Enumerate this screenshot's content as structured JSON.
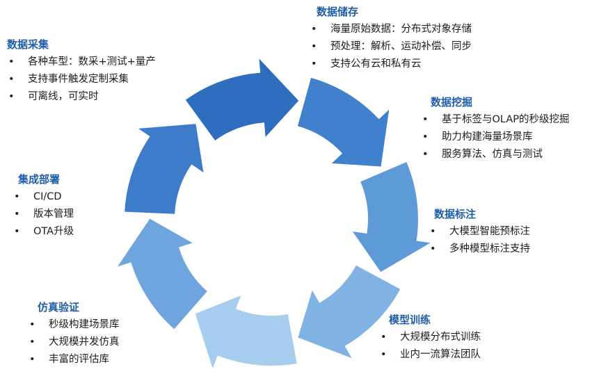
{
  "colors": {
    "title": "#1f5ea8",
    "stages": [
      "#2f6dbf",
      "#4080cc",
      "#5f9ad8",
      "#80b3e3",
      "#a7cdee",
      "#6ea5de",
      "#3e7ccb"
    ]
  },
  "blocks": [
    {
      "key": "collect",
      "title": "数据采集",
      "items": [
        "各种车型：数采+测试+量产",
        "支持事件触发定制采集",
        "可离线，可实时"
      ]
    },
    {
      "key": "storage",
      "title": "数据储存",
      "items": [
        "海量原始数据：分布式对象存储",
        "预处理：解析、运动补偿、同步",
        "支持公有云和私有云"
      ]
    },
    {
      "key": "mining",
      "title": "数据挖掘",
      "items": [
        "基于标签与OLAP的秒级挖掘",
        "助力构建海量场景库",
        "服务算法、仿真与测试"
      ]
    },
    {
      "key": "annotate",
      "title": "数据标注",
      "items": [
        "大模型智能预标注",
        "多种模型标注支持"
      ]
    },
    {
      "key": "train",
      "title": "模型训练",
      "items": [
        "大规模分布式训练",
        "业内一流算法团队"
      ]
    },
    {
      "key": "simulate",
      "title": "仿真验证",
      "items": [
        "秒级构建场景库",
        "大规模并发仿真",
        "丰富的评估库"
      ]
    },
    {
      "key": "deploy",
      "title": "集成部署",
      "items": [
        "CI/CD",
        "版本管理",
        "OTA升级"
      ]
    }
  ]
}
